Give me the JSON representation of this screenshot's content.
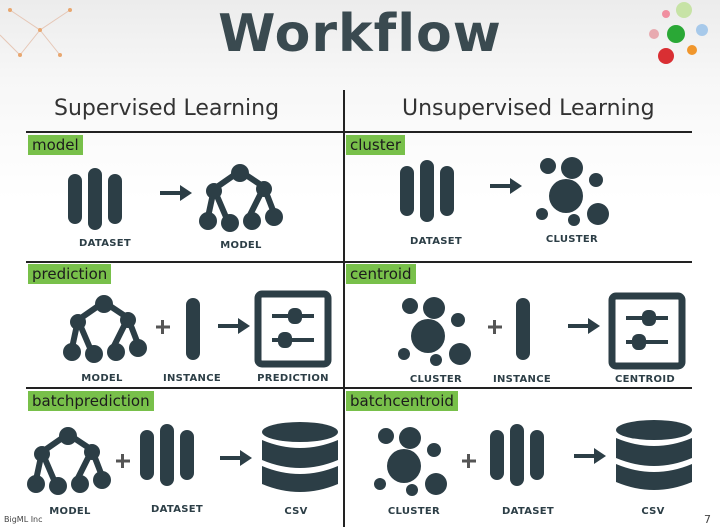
{
  "title": "Workflow",
  "columns": {
    "supervised": "Supervised Learning",
    "unsupervised": "Unsupervised Learning"
  },
  "rows": {
    "model": {
      "label": "model",
      "captions": [
        "DATASET",
        "MODEL"
      ]
    },
    "cluster": {
      "label": "cluster",
      "captions": [
        "DATASET",
        "CLUSTER"
      ]
    },
    "prediction": {
      "label": "prediction",
      "captions": [
        "MODEL",
        "INSTANCE",
        "PREDICTION"
      ]
    },
    "centroid": {
      "label": "centroid",
      "captions": [
        "CLUSTER",
        "INSTANCE",
        "CENTROID"
      ]
    },
    "batchprediction": {
      "label": "batchprediction",
      "captions": [
        "MODEL",
        "DATASET",
        "CSV"
      ]
    },
    "batchcentroid": {
      "label": "batchcentroid",
      "captions": [
        "CLUSTER",
        "DATASET",
        "CSV"
      ]
    }
  },
  "footer": {
    "brand": "BigML Inc",
    "page_number": "7"
  },
  "icons": [
    "logo-dots-icon",
    "network-icon",
    "dataset-icon",
    "model-tree-icon",
    "cluster-icon",
    "instance-icon",
    "prediction-icon",
    "centroid-icon",
    "csv-icon",
    "arrow-icon",
    "plus-icon"
  ],
  "colors": {
    "label_bg": "#78c04a",
    "icon": "#2c3e46",
    "title": "#3a4a50"
  }
}
